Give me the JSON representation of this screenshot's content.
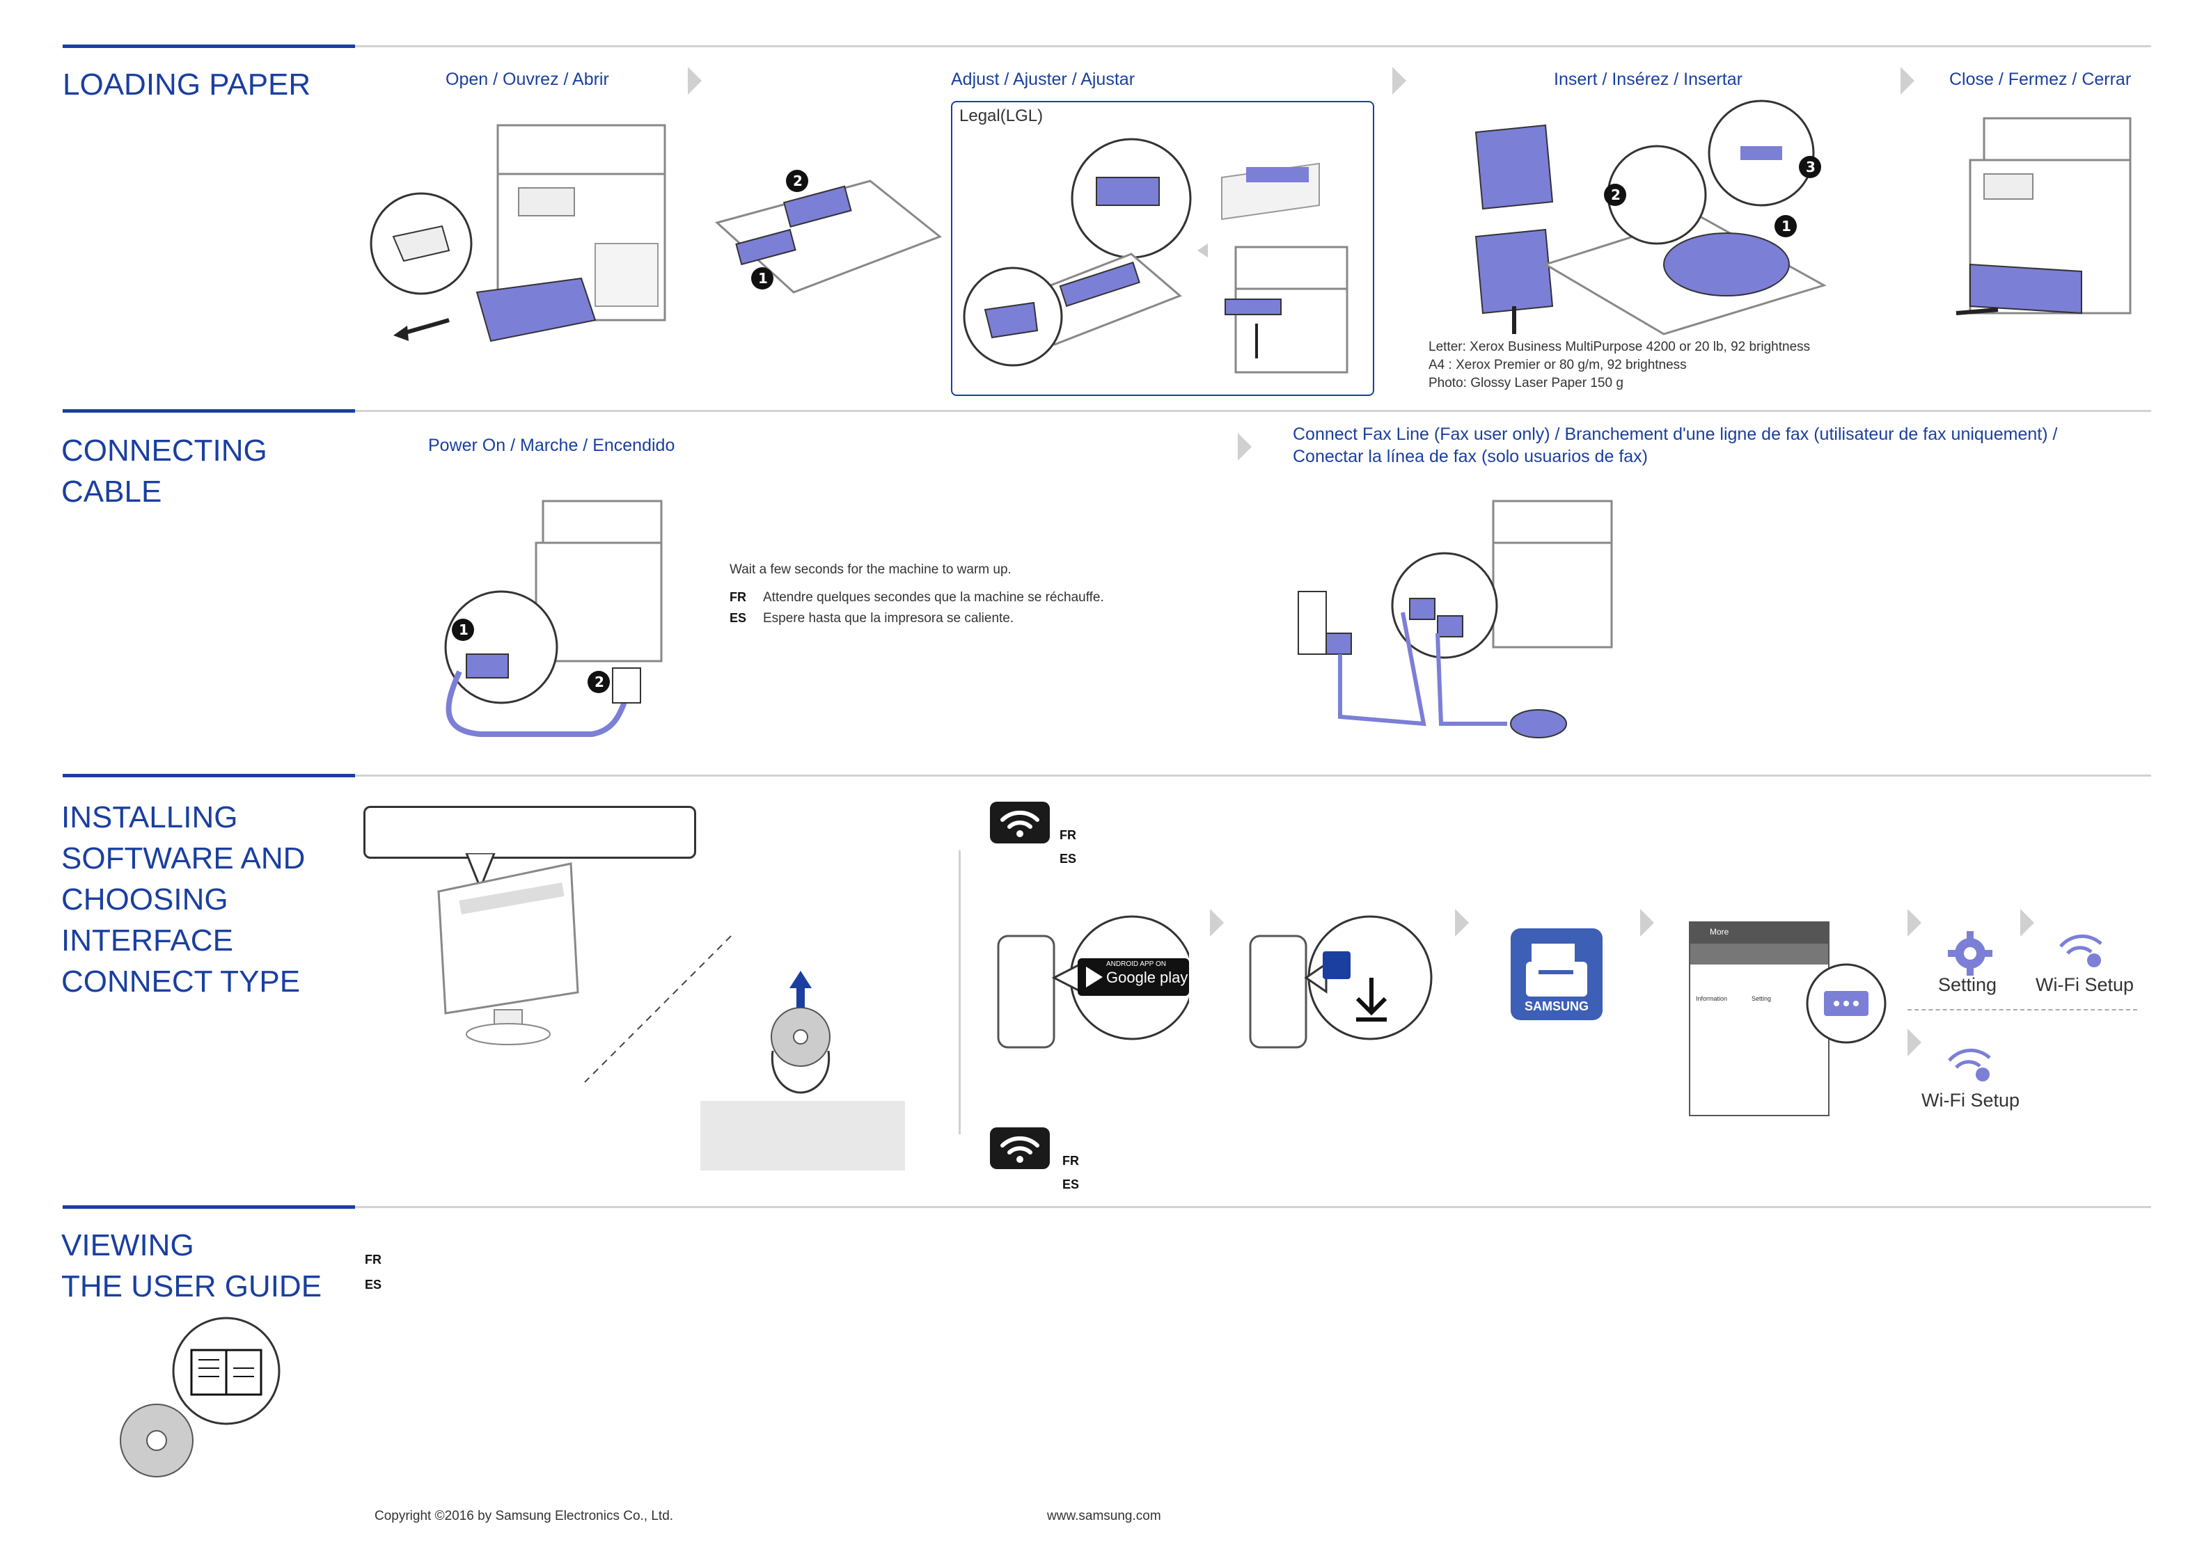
{
  "sections": {
    "loading_paper": {
      "title": "LOADING PAPER",
      "steps": [
        {
          "label": "Open / Ouvrez / Abrir"
        },
        {
          "label": "Adjust / Ajuster / Ajustar"
        },
        {
          "label": "Insert / Insérez / Insertar"
        },
        {
          "label": "Close / Fermez / Cerrar"
        }
      ],
      "legal_label": "Legal(LGL)",
      "paper_specs": [
        "Letter: Xerox Business MultiPurpose 4200 or 20 lb, 92 brightness",
        "A4     : Xerox Premier or 80 g/m, 92 brightness",
        "Photo: Glossy Laser Paper 150 g"
      ]
    },
    "connecting_cable": {
      "title_lines": [
        "CONNECTING",
        "CABLE"
      ],
      "power_label": "Power On / Marche / Encendido",
      "fax_label_lines": [
        "Connect Fax Line (Fax user only) / Branchement d'une ligne de fax (utilisateur de fax uniquement) /",
        "Conectar la línea de fax (solo usuarios de fax)"
      ],
      "warmup": {
        "en": "Wait a few seconds for the machine to warm up.",
        "fr_code": "FR",
        "fr": "Attendre quelques secondes que la machine se réchauffe.",
        "es_code": "ES",
        "es": "Espere hasta que la impresora se caliente."
      }
    },
    "installing_software": {
      "title_lines": [
        "INSTALLING",
        "SOFTWARE AND",
        "CHOOSING",
        "INTERFACE",
        "CONNECT TYPE"
      ],
      "wifi_fr_1": "FR",
      "wifi_es_1": "ES",
      "wifi_fr_2": "FR",
      "wifi_es_2": "ES",
      "google_play_top": "ANDROID APP ON",
      "google_play": "Google play",
      "samsung_logo": "SAMSUNG",
      "setting_label": "Setting",
      "wifi_setup_label": "Wi-Fi Setup",
      "wifi_setup_label_2": "Wi-Fi Setup",
      "app_screen": {
        "menu_title": "More",
        "tab_information": "Information",
        "tab_setting": "Setting"
      }
    },
    "viewing_guide": {
      "title_lines": [
        "VIEWING",
        "THE USER GUIDE"
      ],
      "fr_code": "FR",
      "es_code": "ES"
    }
  },
  "footer": {
    "copyright": "Copyright ©2016 by Samsung Electronics Co., Ltd.",
    "website": "www.samsung.com"
  },
  "colors": {
    "brand_blue": "#1a3fa0",
    "illustration_purple": "#7b7fd6",
    "separator_grey": "#d2d2d2"
  }
}
